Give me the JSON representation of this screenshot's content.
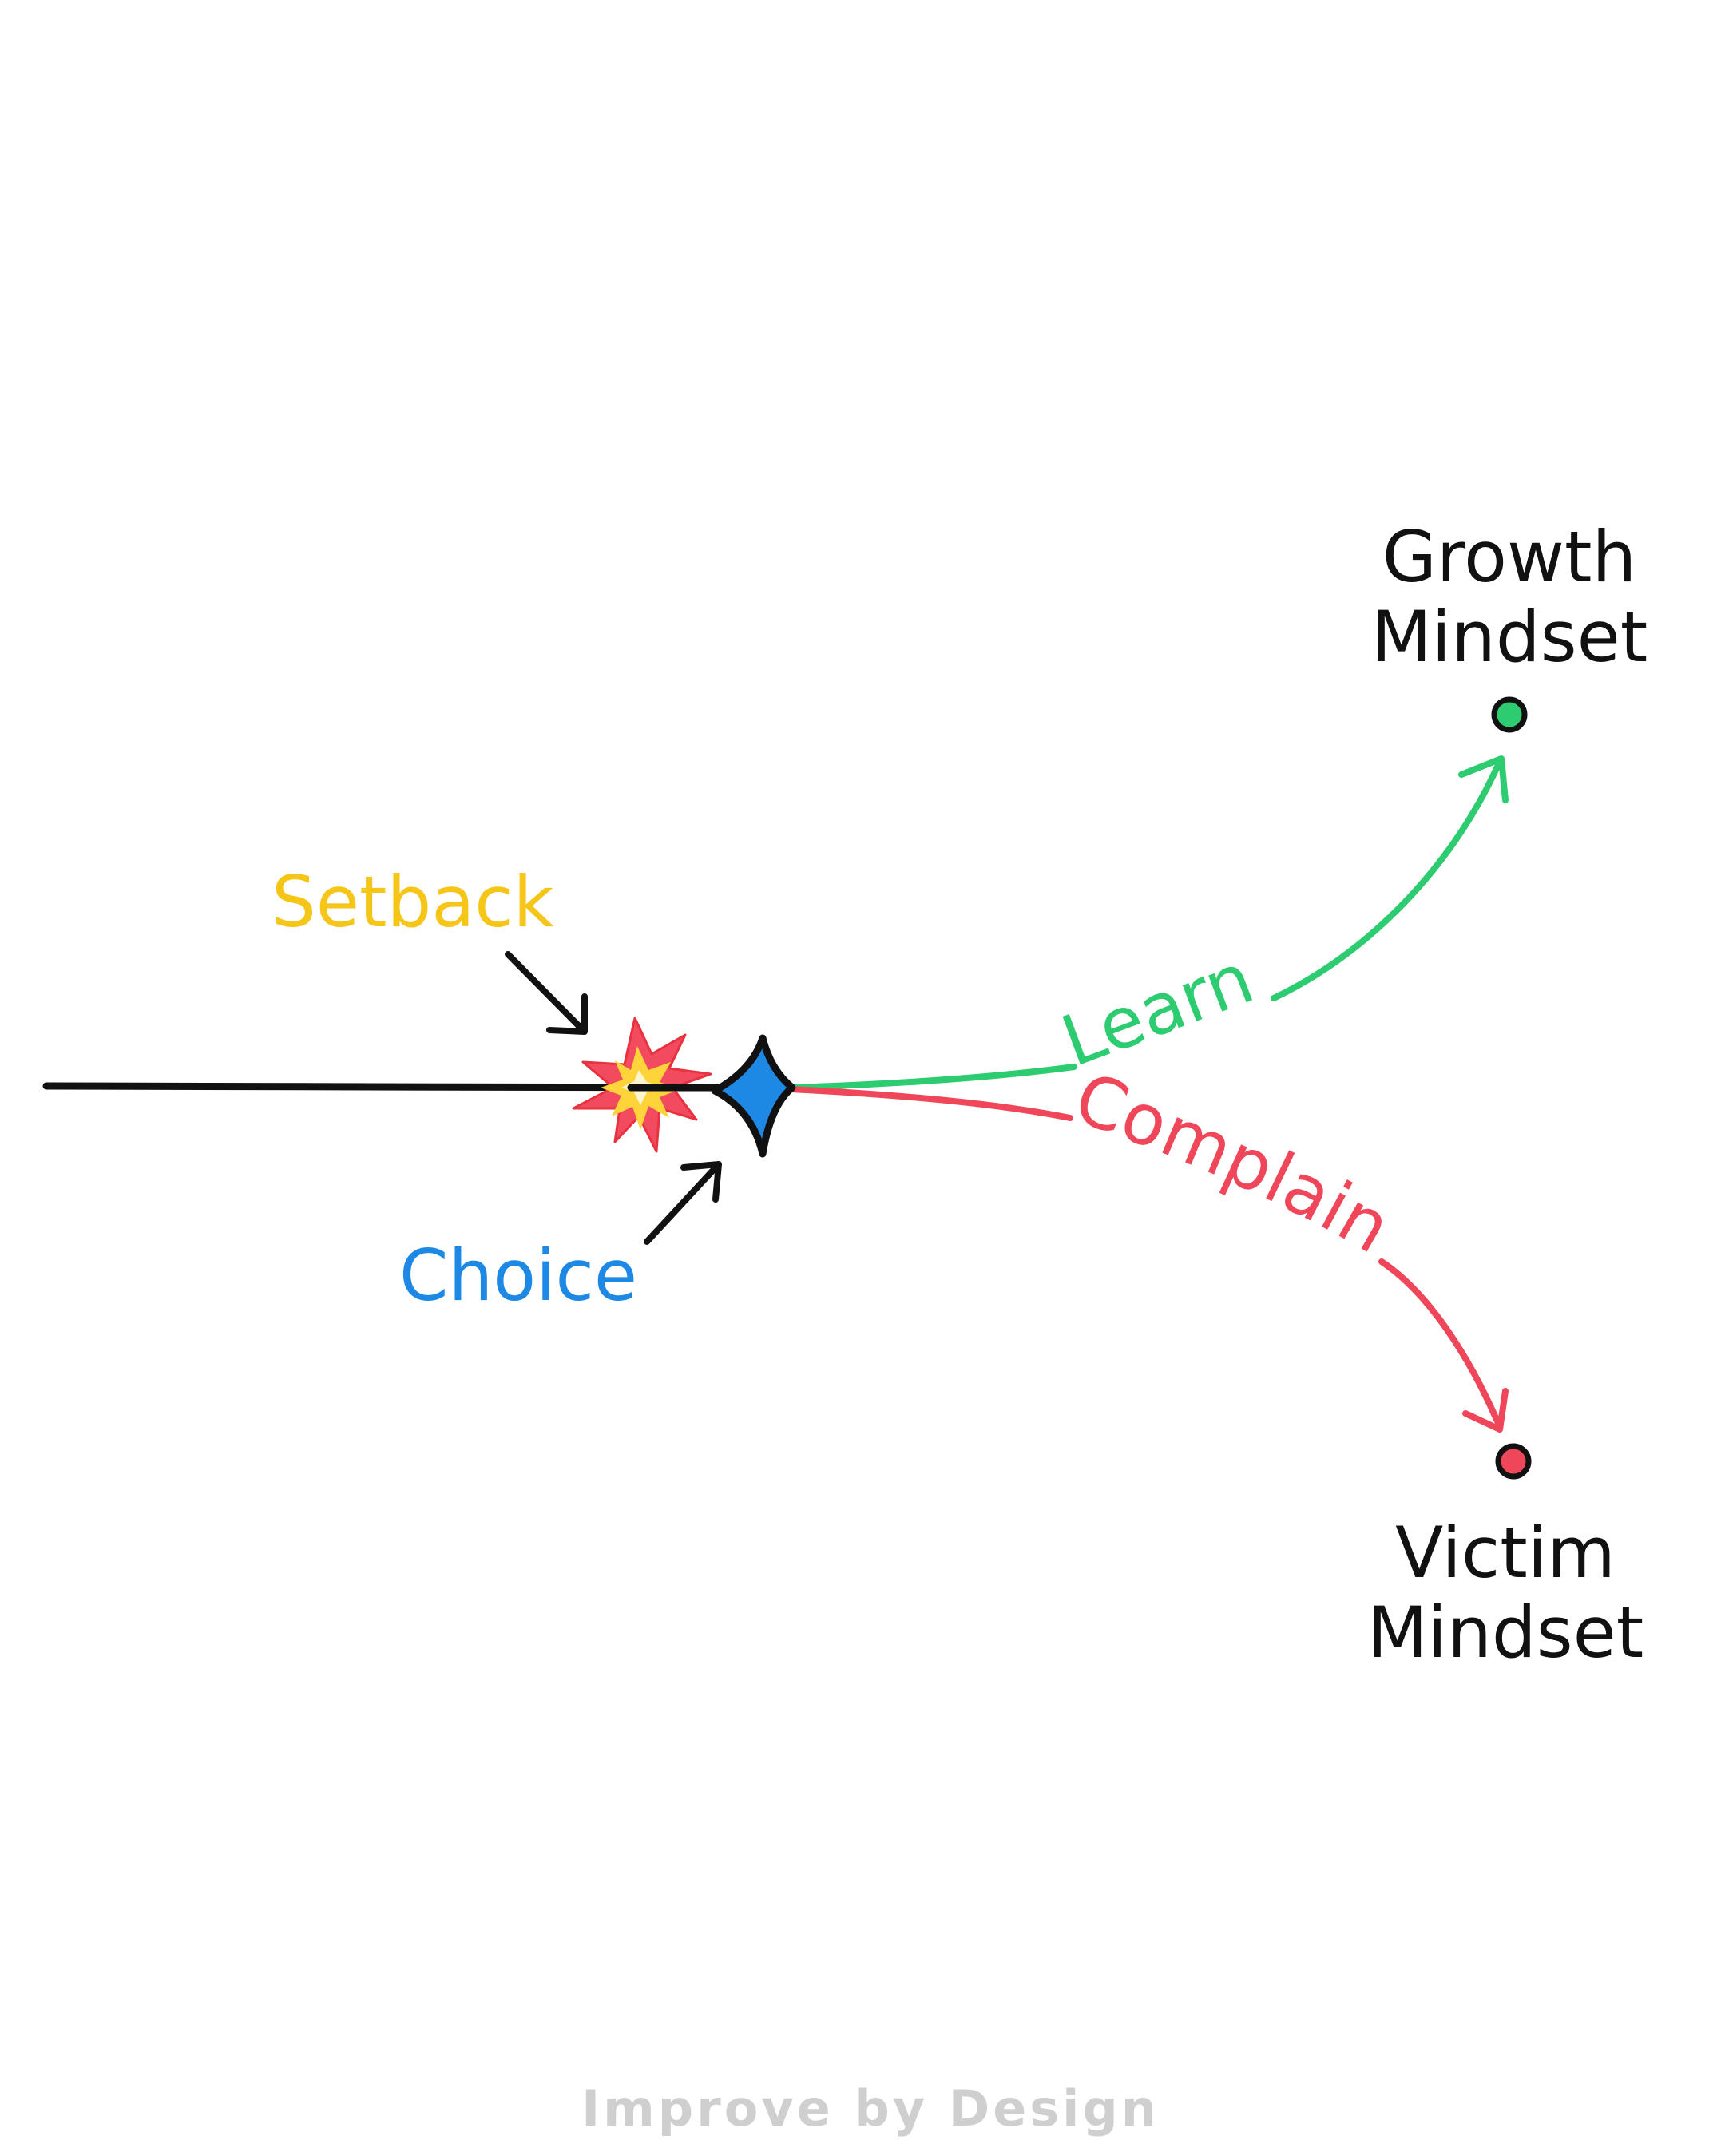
{
  "labels": {
    "setback": "Setback",
    "choice": "Choice",
    "learn": "Learn",
    "complain": "Complain",
    "growth_line1": "Growth",
    "growth_line2": "Mindset",
    "victim_line1": "Victim",
    "victim_line2": "Mindset"
  },
  "watermark": "Improve by Design",
  "colors": {
    "setback": "#f5c518",
    "choice": "#1e88e5",
    "learn": "#2ecc71",
    "complain": "#f0465a",
    "ink": "#111111"
  }
}
